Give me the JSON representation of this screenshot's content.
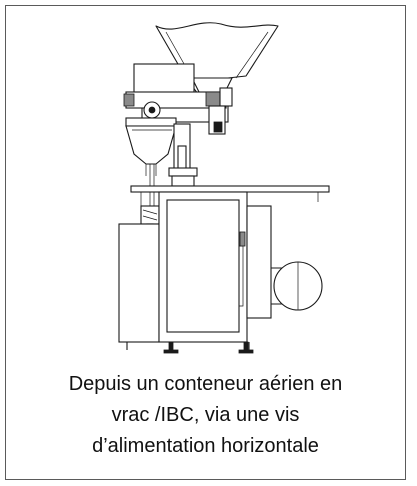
{
  "caption": {
    "line1": "Depuis un conteneur aérien en",
    "line2": "vrac /IBC, via une vis",
    "line3": "d’alimentation horizontale"
  },
  "figure": {
    "subject": "technical line drawing of packaging machine with overhead bulk container feed hopper, horizontal feeder screw, auger filler and bag spout"
  }
}
